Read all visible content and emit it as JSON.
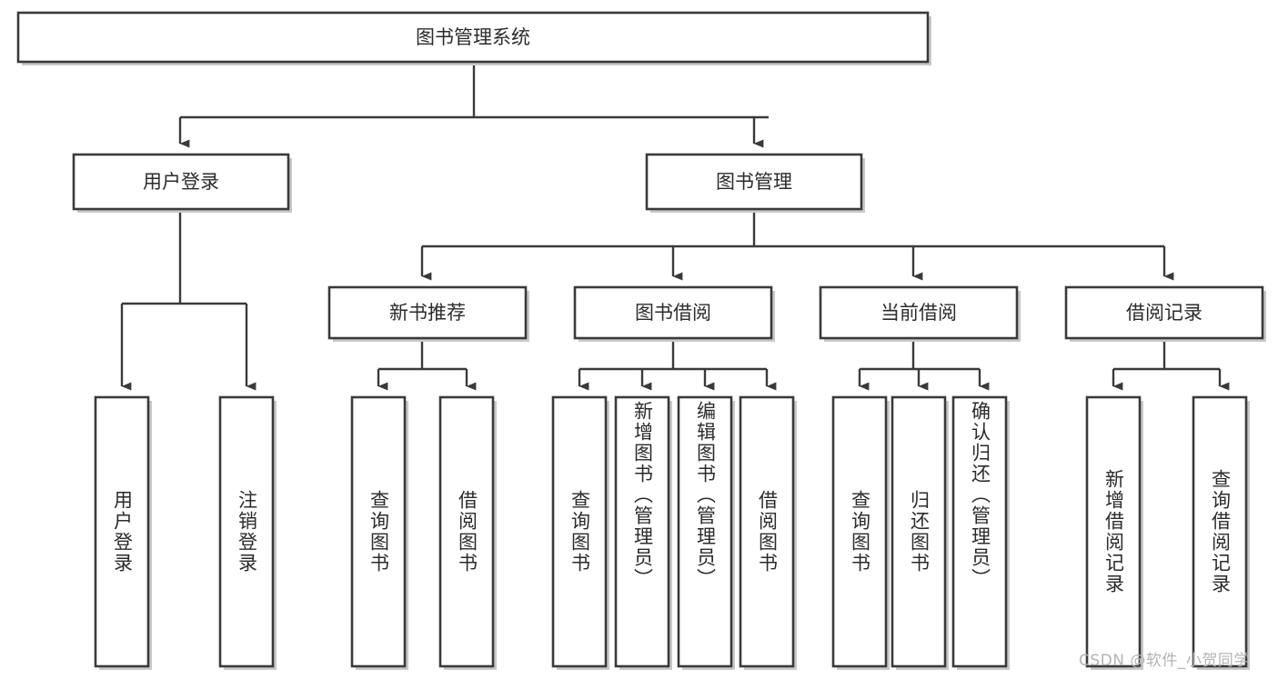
{
  "diagram": {
    "type": "tree-hierarchy",
    "title": "图书管理系统",
    "watermark": "CSDN @软件_小贺同学",
    "colors": {
      "background": "#ffffff",
      "box_stroke": "#3a3a3a",
      "box_fill": "#ffffff",
      "box_shadow": "#c9c9c9",
      "connector": "#3a3a3a",
      "text": "#2b2b2b",
      "watermark": "#b4b4b4"
    },
    "levels": {
      "root": {
        "label": "图书管理系统"
      },
      "level2": [
        {
          "label": "用户登录"
        },
        {
          "label": "图书管理"
        }
      ],
      "level3": [
        {
          "label": "新书推荐"
        },
        {
          "label": "图书借阅"
        },
        {
          "label": "当前借阅"
        },
        {
          "label": "借阅记录"
        }
      ],
      "leaves": [
        {
          "label": "用户登录",
          "parent": "用户登录"
        },
        {
          "label": "注销登录",
          "parent": "用户登录"
        },
        {
          "label": "查询图书",
          "parent": "新书推荐"
        },
        {
          "label": "借阅图书",
          "parent": "新书推荐"
        },
        {
          "label": "查询图书",
          "parent": "图书借阅"
        },
        {
          "label": "新增图书（管理员）",
          "parent": "图书借阅"
        },
        {
          "label": "编辑图书（管理员）",
          "parent": "图书借阅"
        },
        {
          "label": "借阅图书",
          "parent": "图书借阅"
        },
        {
          "label": "查询图书",
          "parent": "当前借阅"
        },
        {
          "label": "归还图书",
          "parent": "当前借阅"
        },
        {
          "label": "确认归还（管理员）",
          "parent": "当前借阅"
        },
        {
          "label": "新增借阅记录",
          "parent": "借阅记录"
        },
        {
          "label": "查询借阅记录",
          "parent": "借阅记录"
        }
      ]
    }
  }
}
